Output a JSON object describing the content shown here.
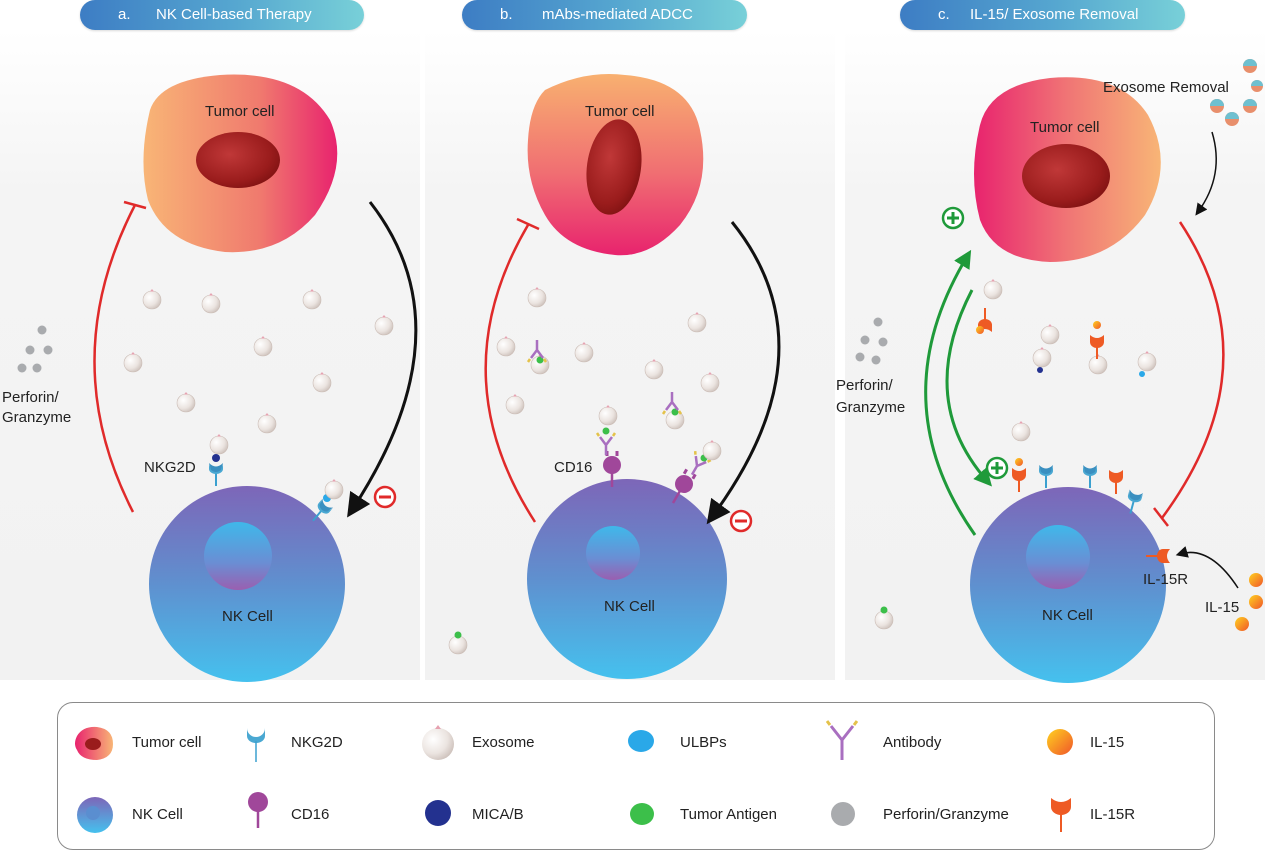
{
  "panels": [
    {
      "letter": "a.",
      "title": "NK Cell-based Therapy"
    },
    {
      "letter": "b.",
      "title": "mAbs-mediated ADCC"
    },
    {
      "letter": "c.",
      "title": "IL-15/ Exosome Removal"
    }
  ],
  "labels": {
    "tumor_cell": "Tumor cell",
    "nk_cell": "NK Cell",
    "perforin_line1": "Perforin/",
    "perforin_line2": "Granzyme",
    "nkg2d": "NKG2D",
    "cd16": "CD16",
    "il15r": "IL-15R",
    "il15": "IL-15",
    "exosome_removal": "Exosome Removal"
  },
  "legend": [
    {
      "icon": "tumor-cell-icon",
      "label": "Tumor cell"
    },
    {
      "icon": "nkg2d-icon",
      "label": "NKG2D"
    },
    {
      "icon": "exosome-icon",
      "label": "Exosome"
    },
    {
      "icon": "ulbps-icon",
      "label": "ULBPs"
    },
    {
      "icon": "antibody-icon",
      "label": "Antibody"
    },
    {
      "icon": "il15-icon",
      "label": "IL-15"
    },
    {
      "icon": "nk-cell-icon",
      "label": "NK Cell"
    },
    {
      "icon": "cd16-icon",
      "label": "CD16"
    },
    {
      "icon": "mica-b-icon",
      "label": "MICA/B"
    },
    {
      "icon": "tumor-antigen-icon",
      "label": "Tumor Antigen"
    },
    {
      "icon": "perforin-granzyme-icon",
      "label": "Perforin/Granzyme"
    },
    {
      "icon": "il15r-icon",
      "label": "IL-15R"
    }
  ],
  "colors": {
    "inhibit_red": "#e02a2a",
    "activate_green": "#1f9a3a",
    "arrow_black": "#111111",
    "ulbp_blue": "#2aa8e8",
    "mica_navy": "#23318f",
    "antigen_green": "#3cbf4a",
    "perforin_gray": "#a9abae",
    "il15r_orange": "#ee5a24",
    "cd16_purple": "#a0479a"
  }
}
